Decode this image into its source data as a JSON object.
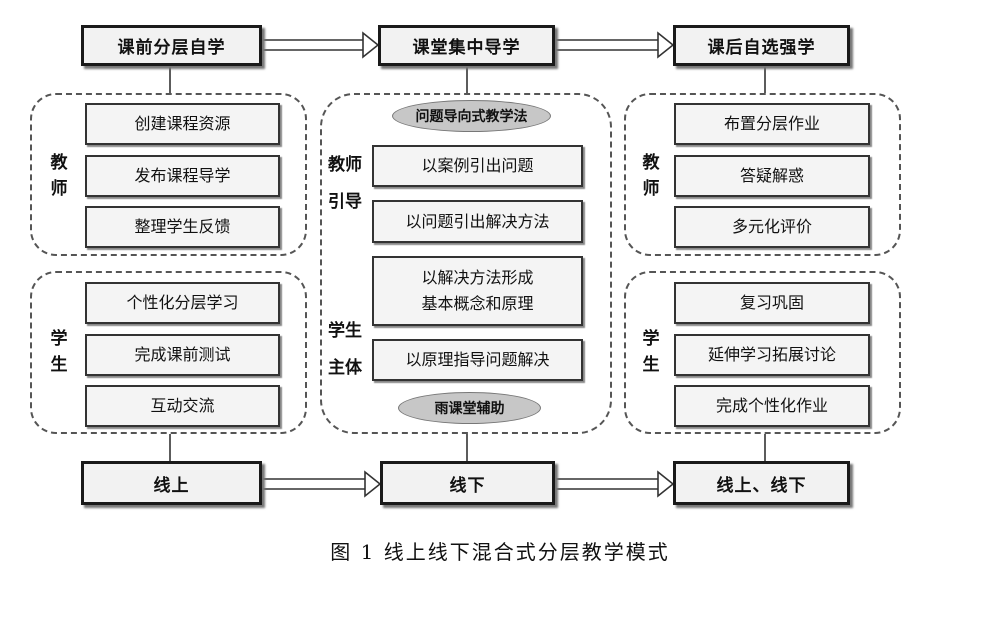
{
  "stages": {
    "pre": "课前分层自学",
    "in": "课堂集中导学",
    "post": "课后自选强学"
  },
  "modes": {
    "pre": "线上",
    "in": "线下",
    "post": "线上、线下"
  },
  "roles": {
    "teacher": "教师",
    "student": "学生",
    "teacher_guide_1": "教师",
    "teacher_guide_2": "引导",
    "student_main_1": "学生",
    "student_main_2": "主体"
  },
  "pre_class": {
    "teacher_items": [
      "创建课程资源",
      "发布课程导学",
      "整理学生反馈"
    ],
    "student_items": [
      "个性化分层学习",
      "完成课前测试",
      "互动交流"
    ]
  },
  "in_class": {
    "method": "问题导向式教学法",
    "steps": [
      "以案例引出问题",
      "以问题引出解决方法",
      "以解决方法形成\n基本概念和原理",
      "以原理指导问题解决"
    ],
    "support": "雨课堂辅助"
  },
  "post_class": {
    "teacher_items": [
      "布置分层作业",
      "答疑解惑",
      "多元化评价"
    ],
    "student_items": [
      "复习巩固",
      "延伸学习拓展讨论",
      "完成个性化作业"
    ]
  },
  "caption": "图 1  线上线下混合式分层教学模式"
}
